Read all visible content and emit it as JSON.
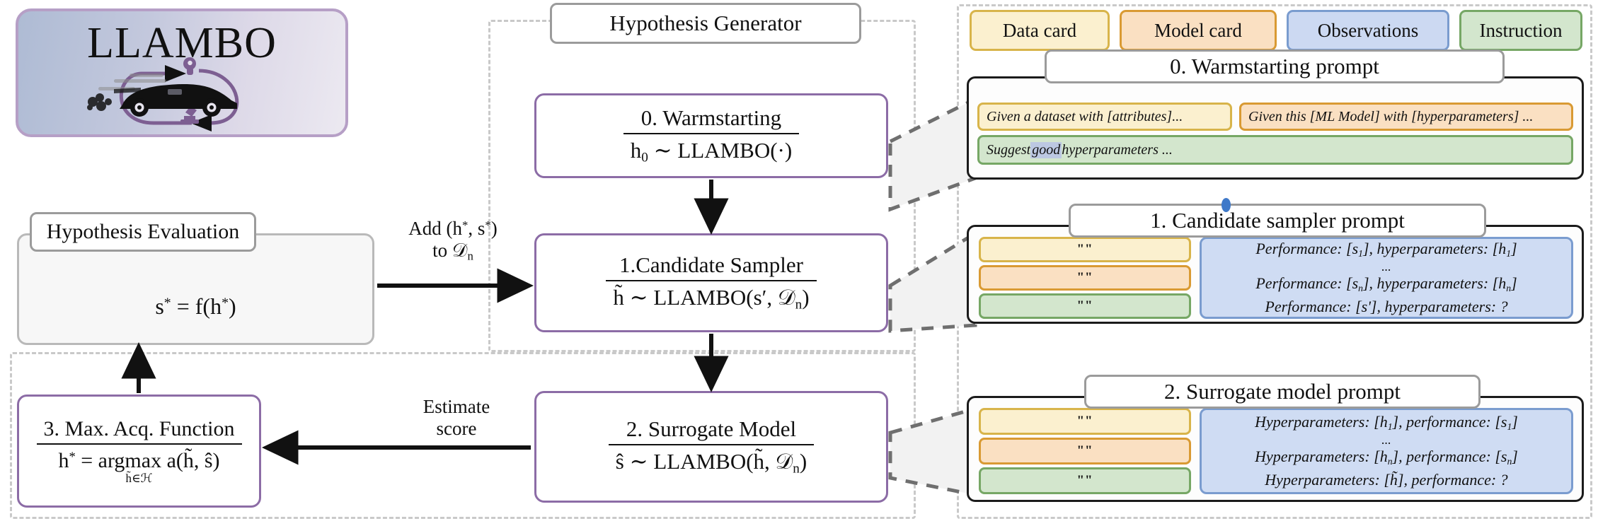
{
  "logo": {
    "word": "LLAMBO",
    "icons": [
      "lightbulb-icon",
      "sports-car-icon",
      "microscope-icon"
    ]
  },
  "left": {
    "evaluation": {
      "title": "Hypothesis Evaluation",
      "formula_html": "s<sup>*</sup> = f(h<sup>*</sup>)"
    },
    "acquisition": {
      "title": "3. Max. Acq. Function",
      "formula_html": "h<sup>*</sup> = argmax a(h&#771;, s&#770;)",
      "subscript_html": "h&#771;&#8712;&#8459;"
    }
  },
  "middle": {
    "group_title": "Hypothesis Generator",
    "steps": [
      {
        "title": "0. Warmstarting",
        "formula_html": "h<sub>0</sub> &#8764; LLAMBO(&#183;)"
      },
      {
        "title": "1.Candidate Sampler",
        "formula_html": "h&#771; &#8764; LLAMBO(s&#8242;, &#119967;<sub>n</sub>)"
      },
      {
        "title": "2. Surrogate Model",
        "formula_html": "s&#770; &#8764; LLAMBO(h&#771;, &#119967;<sub>n</sub>)"
      }
    ],
    "arrows": [
      {
        "name": "add-to-dataset",
        "line1_html": "Add (h<sup>*</sup>, s<sup>*</sup>)",
        "line2_html": "to &#119967;<sub>n</sub>"
      },
      {
        "name": "estimate-score",
        "line1_html": "Estimate",
        "line2_html": "score"
      }
    ]
  },
  "right": {
    "legend": [
      {
        "label": "Data card",
        "color": "#fbf0cf",
        "border": "#d8b44a"
      },
      {
        "label": "Model card",
        "color": "#fae0c2",
        "border": "#d99a33"
      },
      {
        "label": "Observations",
        "color": "#ccd9f2",
        "border": "#7a9ccf"
      },
      {
        "label": "Instruction",
        "color": "#d3e6cd",
        "border": "#76a765"
      }
    ],
    "panels": [
      {
        "title": "0. Warmstarting prompt",
        "rows": [
          {
            "kind": "data",
            "text": "Given a dataset with [attributes]..."
          },
          {
            "kind": "model",
            "text": "Given this [ML Model] with [hyperparameters] ..."
          }
        ],
        "instruction": {
          "pre": "Suggest ",
          "highlight": "good",
          "post": " hyperparameters ..."
        }
      },
      {
        "title": "1. Candidate sampler prompt",
        "marker": "blue-dot",
        "left_chips": [
          "\"\"",
          "\"\"",
          "\"\""
        ],
        "observation_lines_html": [
          "Performance: [s<sub>1</sub>], hyperparameters: [h<sub>1</sub>]",
          "...",
          "Performance: [s<sub>n</sub>], hyperparameters: [h<sub>n</sub>]",
          "Performance: [s'], hyperparameters: ?"
        ]
      },
      {
        "title": "2. Surrogate model prompt",
        "left_chips": [
          "\"\"",
          "\"\"",
          "\"\""
        ],
        "observation_lines_html": [
          "Hyperparameters: [h<sub>1</sub>], performance: [s<sub>1</sub>]",
          "...",
          "Hyperparameters: [h<sub>n</sub>], performance: [s<sub>n</sub>]",
          "Hyperparameters: [h&#771;], performance: ?"
        ]
      }
    ]
  }
}
